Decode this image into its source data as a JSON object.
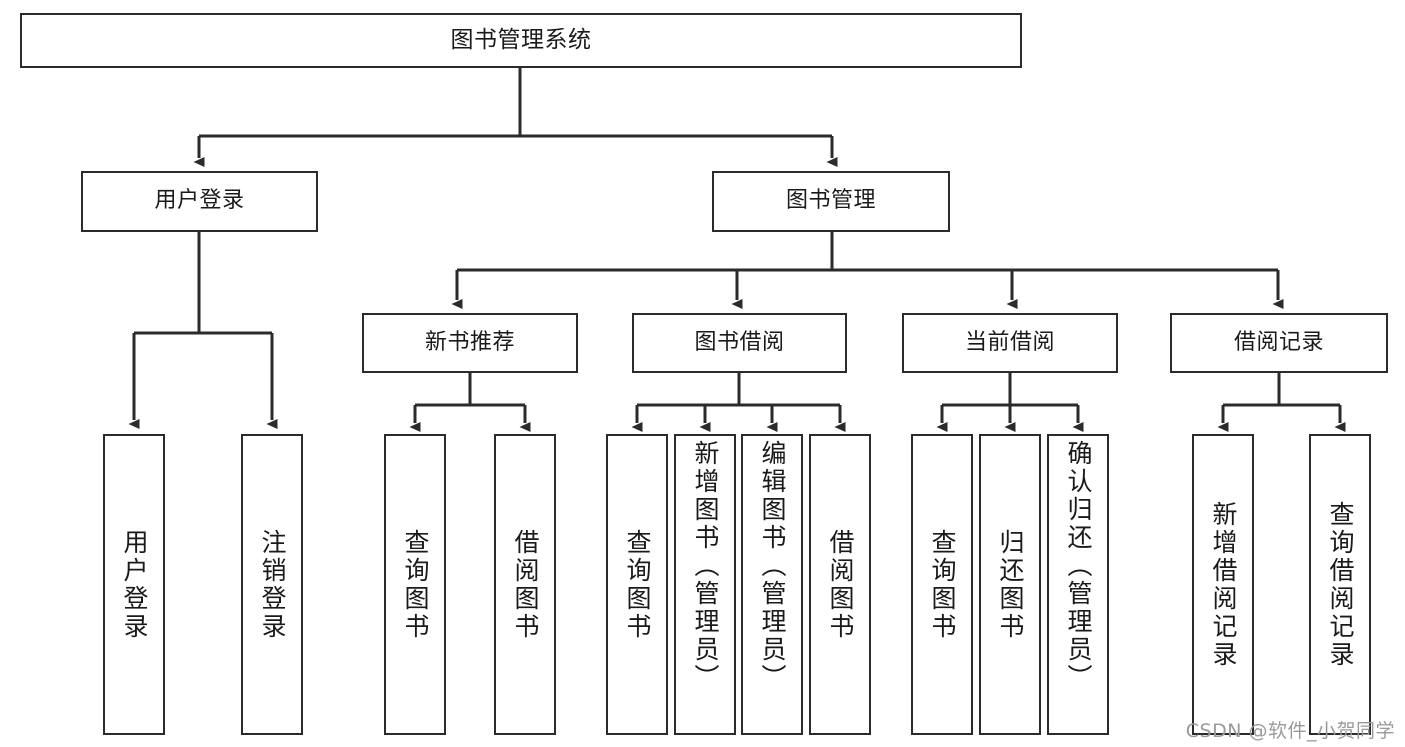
{
  "diagram": {
    "type": "tree-hierarchy",
    "title": "图书管理系统",
    "root": {
      "label": "图书管理系统"
    },
    "level2": [
      {
        "label": "用户登录"
      },
      {
        "label": "图书管理"
      }
    ],
    "level3": [
      {
        "label": "新书推荐"
      },
      {
        "label": "图书借阅"
      },
      {
        "label": "当前借阅"
      },
      {
        "label": "借阅记录"
      }
    ],
    "leaves": {
      "user_login": [
        {
          "label": "用户登录"
        },
        {
          "label": "注销登录"
        }
      ],
      "new_book_recommend": [
        {
          "label": "查询图书"
        },
        {
          "label": "借阅图书"
        }
      ],
      "book_borrow": [
        {
          "label": "查询图书"
        },
        {
          "label": "新增图书（管理员）"
        },
        {
          "label": "编辑图书（管理员）"
        },
        {
          "label": "借阅图书"
        }
      ],
      "current_borrow": [
        {
          "label": "查询图书"
        },
        {
          "label": "归还图书"
        },
        {
          "label": "确认归还（管理员）"
        }
      ],
      "borrow_record": [
        {
          "label": "新增借阅记录"
        },
        {
          "label": "查询借阅记录"
        }
      ]
    }
  },
  "watermark": {
    "text": "CSDN @软件_小贺同学"
  },
  "colors": {
    "stroke": "#2b2b2b",
    "fill": "#ffffff",
    "text": "#1a1a1a",
    "watermark": "#9a9a9a"
  }
}
